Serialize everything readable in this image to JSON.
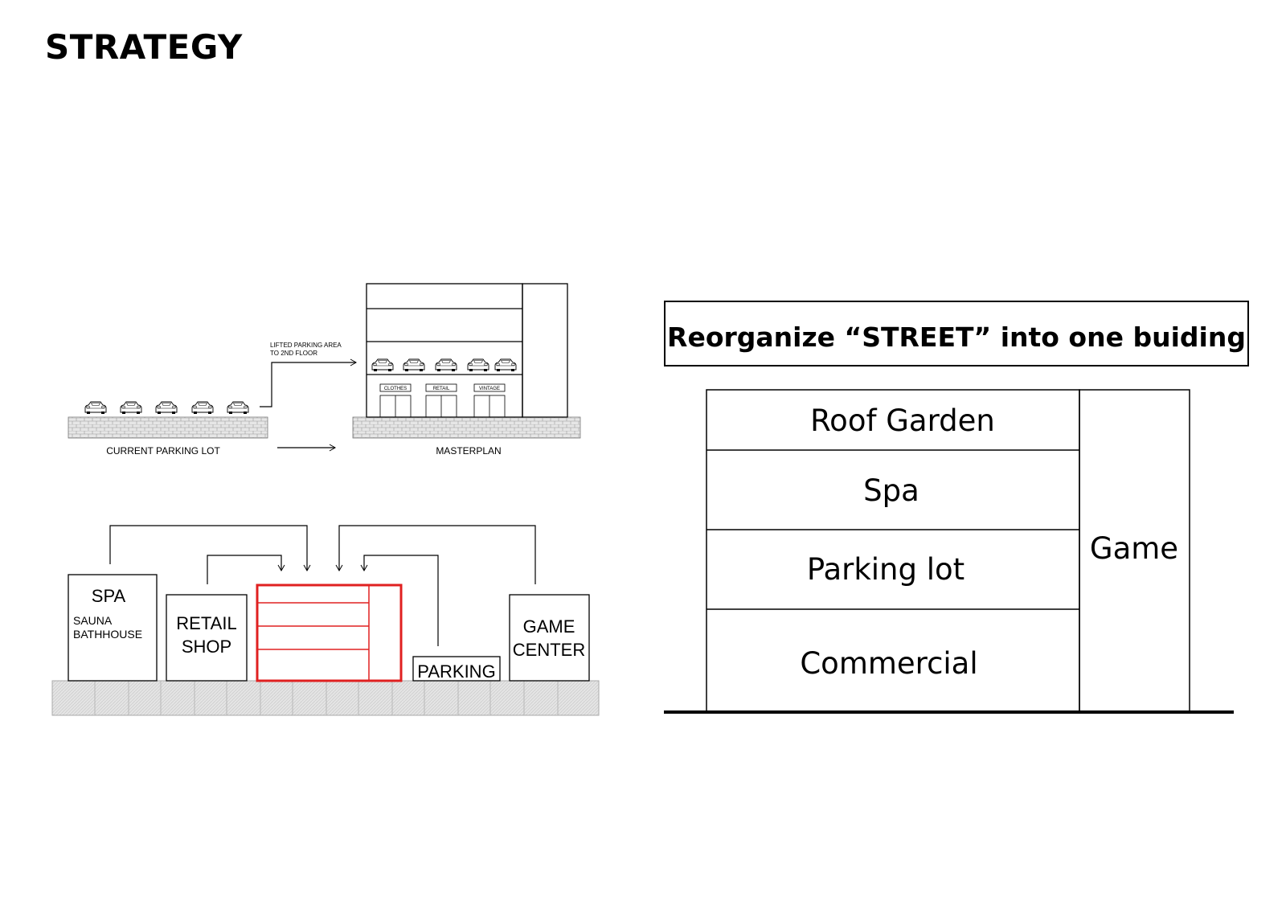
{
  "page_title": "STRATEGY",
  "parking_diagram": {
    "lifted_label_line1": "LIFTED PARKING AREA",
    "lifted_label_line2": "TO 2ND FLOOR",
    "current_label": "CURRENT PARKING LOT",
    "masterplan_label": "MASTERPLAN",
    "shop_labels": [
      "CLOTHES",
      "RETAIL",
      "VINTAGE"
    ]
  },
  "street_diagram": {
    "spa": "SPA",
    "spa_sub_line1": "SAUNA",
    "spa_sub_line2": "BATHHOUSE",
    "retail_line1": "RETAIL",
    "retail_line2": "SHOP",
    "parking": "PARKING",
    "game_line1": "GAME",
    "game_line2": "CENTER",
    "highlight_color": "#e02020"
  },
  "building_diagram": {
    "heading": "Reorganize “STREET” into one buiding",
    "floors": [
      "Roof Garden",
      "Spa",
      "Parking lot",
      "Commercial"
    ],
    "side_block": "Game"
  }
}
